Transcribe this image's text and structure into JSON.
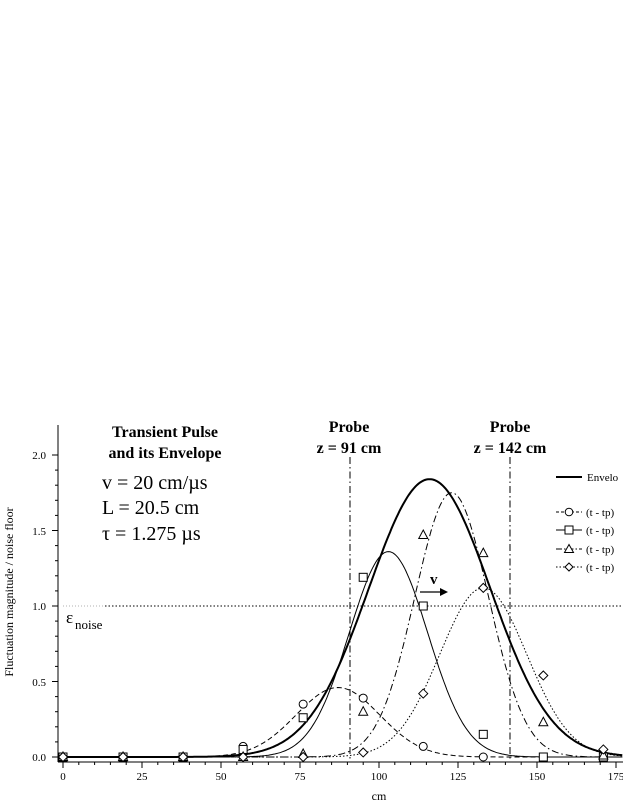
{
  "chart_data": {
    "type": "line",
    "xlabel": "cm",
    "ylabel": "Fluctuation magnitude / noise floor",
    "xlim": [
      0,
      175
    ],
    "ylim": [
      0,
      2.2
    ],
    "x_ticks": [
      "0",
      "25",
      "50",
      "75",
      "100",
      "125",
      "150",
      "175"
    ],
    "y_ticks": [
      "0.0",
      "0.5",
      "1.0",
      "1.5",
      "2.0"
    ],
    "panel_title": [
      "Transient Pulse",
      "and its Envelope"
    ],
    "params": [
      "v = 20 cm/µs",
      "L = 20.5 cm",
      "τ = 1.275 µs"
    ],
    "noise_label": "ε",
    "noise_subscript": "noise",
    "noise_level": 1.0,
    "velocity_label": "v",
    "probes": [
      {
        "title": "Probe",
        "label": "z = 91 cm",
        "z": 91
      },
      {
        "title": "Probe",
        "label": "z = 142 cm",
        "z": 142
      }
    ],
    "legend_visible": [
      "Envelo",
      "(t - tp)",
      "(t - tp)",
      "(t - tp)",
      "(t - tp)"
    ],
    "envelope": {
      "center": 116,
      "width": 27.2,
      "peak": 1.84
    },
    "series": [
      {
        "marker": "circle",
        "line": "dashed",
        "center": 87,
        "width": 18.7,
        "peak": 0.46,
        "x": [
          0,
          19,
          38,
          57,
          76,
          95,
          114,
          133,
          152,
          171
        ],
        "values": [
          0.0,
          0.0,
          0.0,
          0.07,
          0.35,
          0.39,
          0.07,
          0.0,
          0.0,
          0.0
        ]
      },
      {
        "marker": "square",
        "line": "solid",
        "center": 103,
        "width": 17.5,
        "peak": 1.36,
        "x": [
          0,
          19,
          38,
          57,
          76,
          95,
          114,
          133,
          152,
          171
        ],
        "values": [
          0.0,
          0.0,
          0.0,
          0.05,
          0.26,
          1.19,
          1.0,
          0.15,
          0.0,
          0.0
        ]
      },
      {
        "marker": "triangle",
        "line": "dash-dot",
        "center": 123,
        "width": 16.5,
        "peak": 1.75,
        "x": [
          0,
          19,
          38,
          57,
          76,
          95,
          114,
          133,
          152,
          171
        ],
        "values": [
          0.0,
          0.0,
          0.0,
          0.0,
          0.02,
          0.3,
          1.47,
          1.35,
          0.23,
          0.01
        ]
      },
      {
        "marker": "diamond",
        "line": "dotted",
        "center": 133,
        "width": 19.5,
        "peak": 1.12,
        "x": [
          0,
          19,
          38,
          57,
          76,
          95,
          114,
          133,
          152,
          171
        ],
        "values": [
          0.0,
          0.0,
          0.0,
          0.0,
          0.0,
          0.03,
          0.42,
          1.12,
          0.54,
          0.05
        ]
      }
    ]
  }
}
